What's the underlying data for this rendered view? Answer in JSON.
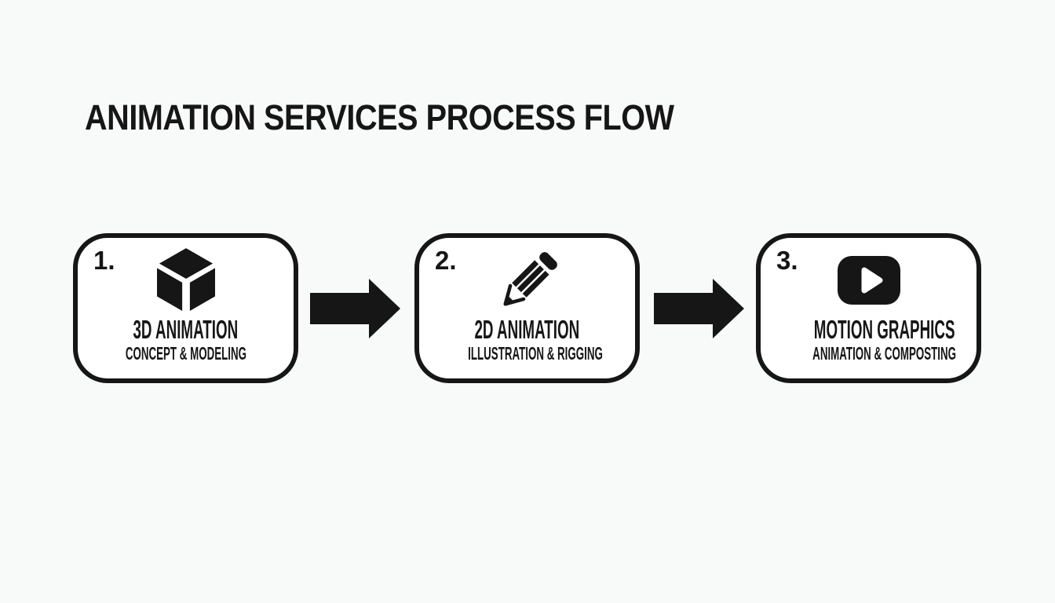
{
  "title": "ANIMATION SERVICES PROCESS FLOW",
  "colors": {
    "background": "#f8f9f9",
    "ink": "#161616",
    "box_background": "#ffffff"
  },
  "flow": {
    "direction": "left-to-right",
    "connector": "solid-black-right-arrow"
  },
  "steps": [
    {
      "number": "1.",
      "icon": "cube-3d-icon",
      "label": "3D ANIMATION",
      "sublabel": "CONCEPT & MODELING"
    },
    {
      "number": "2.",
      "icon": "pencil-icon",
      "label": "2D ANIMATION",
      "sublabel": "ILLUSTRATION & RIGGING"
    },
    {
      "number": "3.",
      "icon": "play-button-icon",
      "label": "MOTION GRAPHICS",
      "sublabel": "ANIMATION & COMPOSTING"
    }
  ]
}
